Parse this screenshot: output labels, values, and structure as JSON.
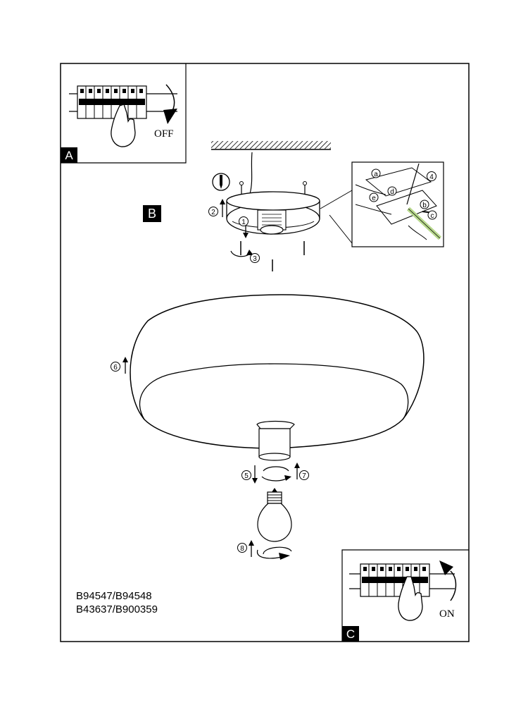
{
  "panels": {
    "a": {
      "badge": "A",
      "caption": "OFF"
    },
    "b": {
      "badge": "B"
    },
    "c": {
      "badge": "C",
      "caption": "ON"
    }
  },
  "steps": {
    "s1": "1",
    "s2": "2",
    "s3": "3",
    "s4": "4",
    "s5": "5",
    "s6": "6",
    "s7": "7",
    "s8": "8"
  },
  "wiring_labels": {
    "a": "a",
    "b": "b",
    "c": "c",
    "d": "d",
    "e": "e"
  },
  "models": [
    "B94547/B94548",
    "B43637/B900359"
  ],
  "colors": {
    "line": "#000000",
    "background": "#ffffff",
    "earth_wire": "#b7d88c"
  }
}
